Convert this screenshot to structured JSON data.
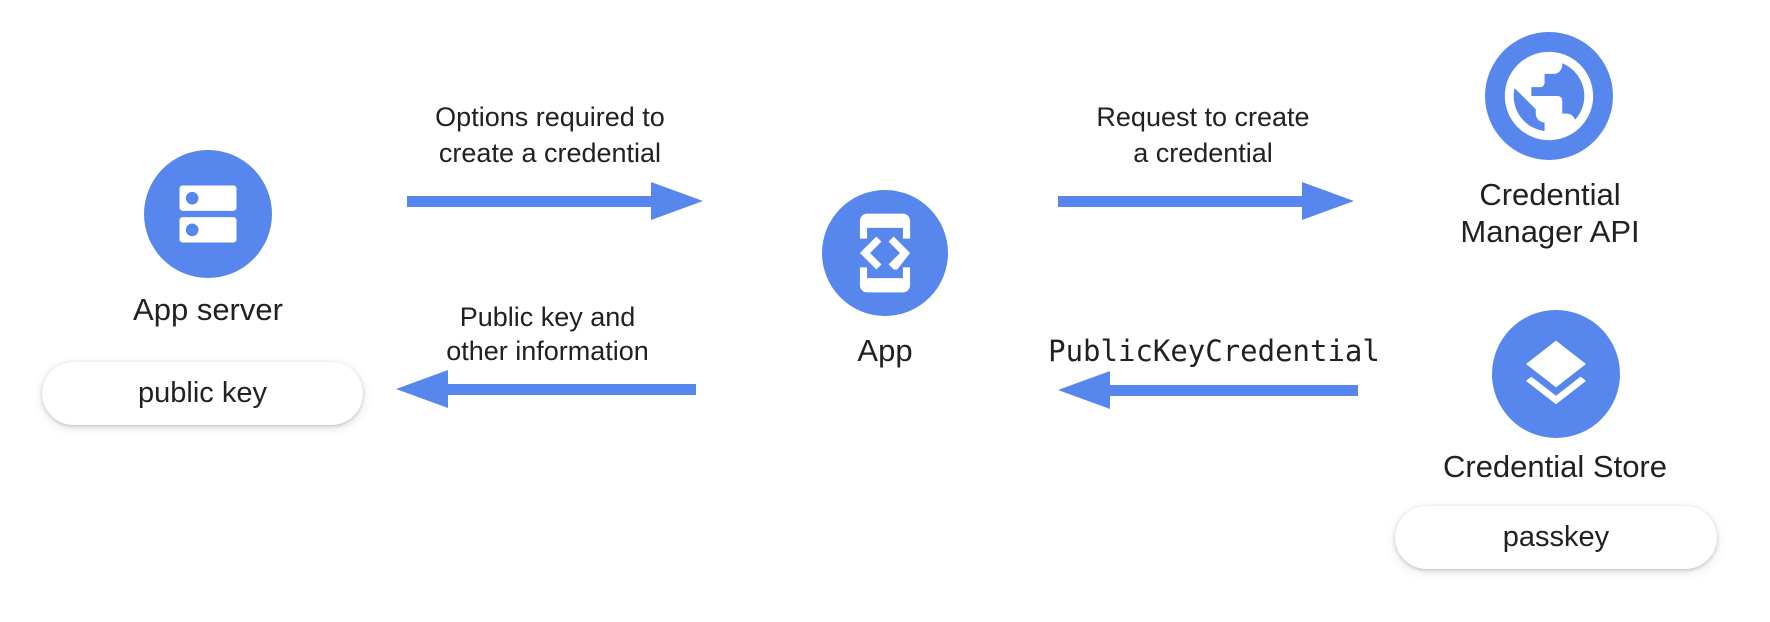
{
  "colors": {
    "accent_blue": "#5786EC",
    "text": "#202124",
    "background": "#ffffff",
    "pill_bg": "#ffffff"
  },
  "nodes": {
    "app_server": {
      "label": "App server",
      "icon": "server-icon",
      "badge": "public key"
    },
    "app": {
      "label": "App",
      "icon": "phone-code-icon"
    },
    "credential_manager_api": {
      "label": "Credential\nManager API",
      "icon": "globe-icon"
    },
    "credential_store": {
      "label": "Credential Store",
      "icon": "layers-icon",
      "badge": "passkey"
    }
  },
  "arrows": {
    "options": {
      "label": "Options required to\ncreate a credential",
      "direction": "right",
      "from": "App server",
      "to": "App"
    },
    "request": {
      "label": "Request to create\na credential",
      "direction": "right",
      "from": "App",
      "to": "Credential Manager API"
    },
    "public_key_credential": {
      "label": "PublicKeyCredential",
      "direction": "left",
      "from": "Credential Store",
      "to": "App",
      "style": "monospace"
    },
    "public_key_info": {
      "label": "Public key and\nother information",
      "direction": "left",
      "from": "App",
      "to": "App server"
    }
  }
}
